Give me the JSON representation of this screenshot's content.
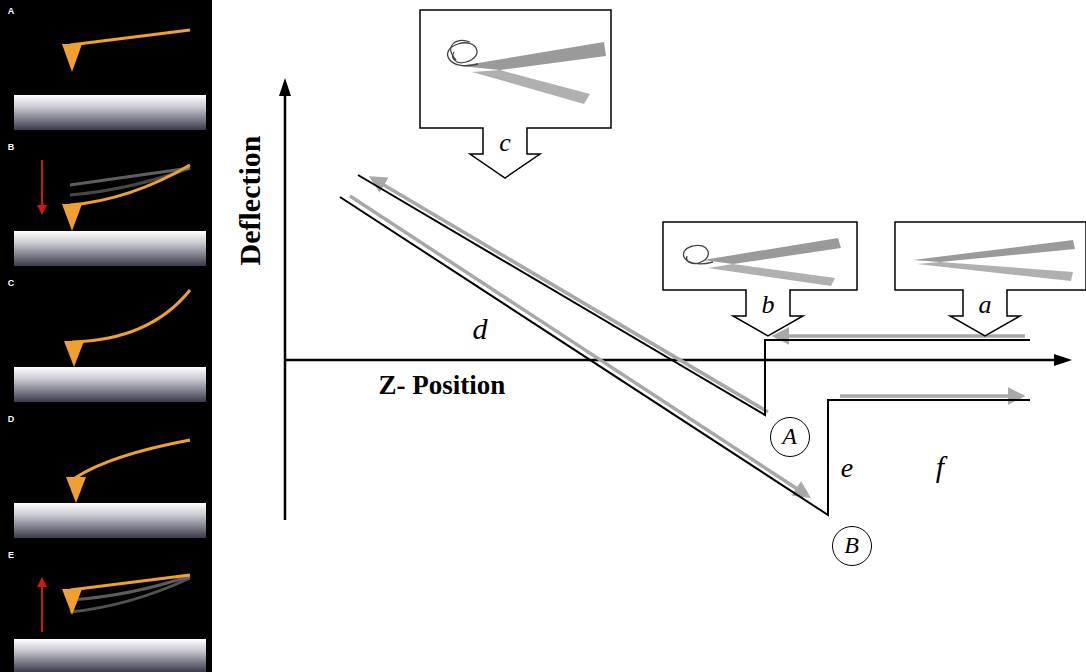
{
  "diagram": {
    "nodes": [
      {
        "text": [
          "c"
        ]
      },
      {
        "text": [
          "b"
        ]
      },
      {
        "text": [
          "a"
        ]
      },
      {
        "text": [
          "A"
        ]
      },
      {
        "text": [
          "B"
        ]
      }
    ],
    "labels": [
      "A",
      "B",
      "C",
      "D",
      "E",
      "Deflection",
      "Z- Position",
      "d",
      "e",
      "f"
    ]
  }
}
